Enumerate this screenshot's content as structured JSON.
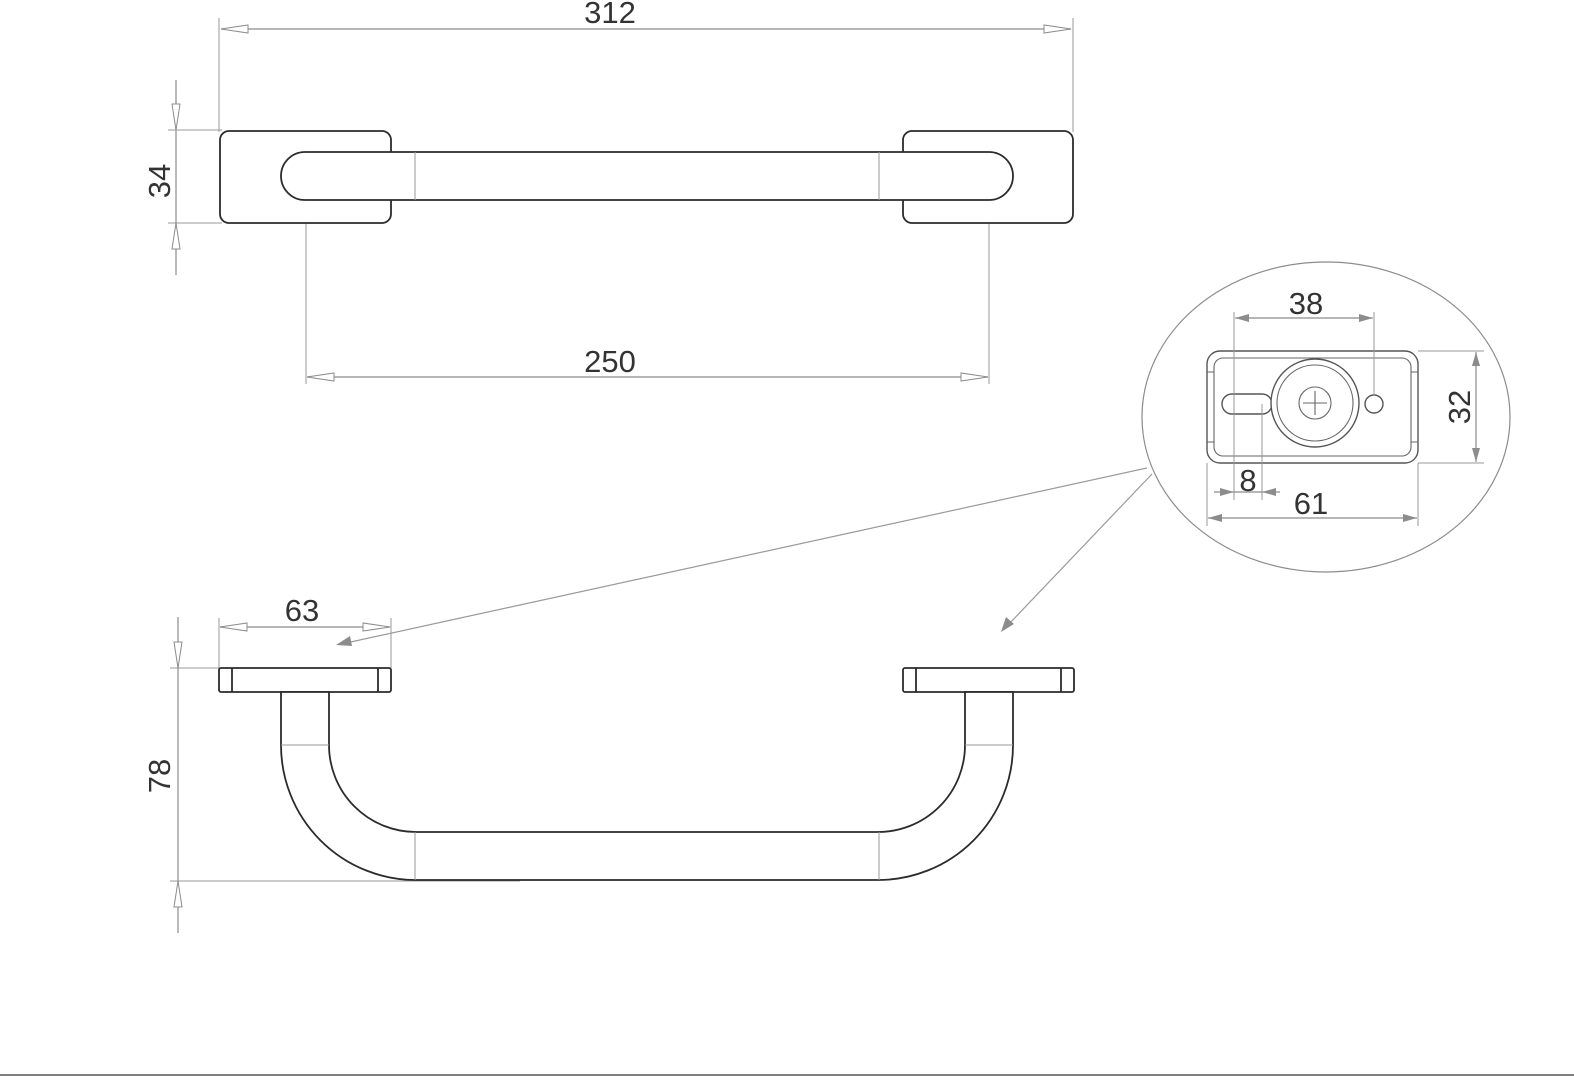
{
  "dimensions": {
    "overall_length": "312",
    "base_height": "34",
    "center_distance": "250",
    "base_length": "63",
    "projection": "78",
    "hole_spacing": "38",
    "plate_height": "32",
    "slot_width": "8",
    "plate_length": "61"
  },
  "colors": {
    "object_line": "#2b2b2b",
    "dimension_line": "#8c8c8c",
    "background": "#ffffff"
  }
}
